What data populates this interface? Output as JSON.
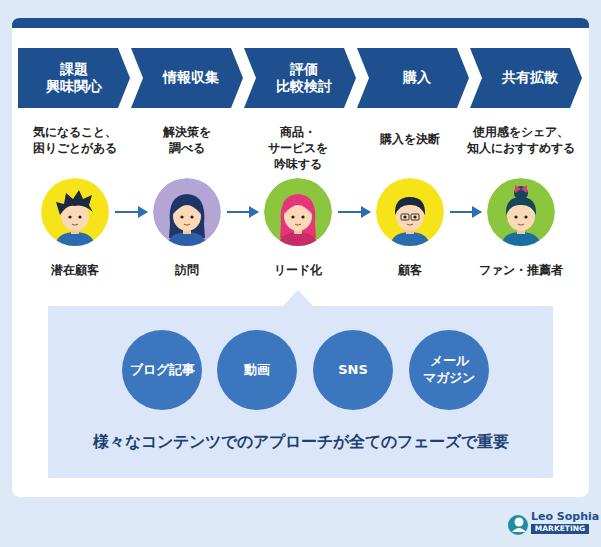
{
  "diagram": {
    "nodes": [
      {
        "text": [
          "課題 興味関心"
        ]
      },
      {
        "text": [
          "情報収集"
        ]
      },
      {
        "text": [
          "評価 比較検討"
        ]
      },
      {
        "text": [
          "購入"
        ]
      },
      {
        "text": [
          "共有拡散"
        ]
      },
      {
        "text": [
          "潜在顧客"
        ]
      },
      {
        "text": [
          "訪問"
        ]
      },
      {
        "text": [
          "リード化"
        ]
      },
      {
        "text": [
          "顧客"
        ]
      },
      {
        "text": [
          "ファン・推薦者"
        ]
      },
      {
        "text": [
          "様々なコンテンツでのアプローチが全てのフェーズで重要"
        ]
      },
      {
        "text": [
          "ブログ記事"
        ],
        "in": 10
      },
      {
        "text": [
          "動画"
        ],
        "in": 10
      },
      {
        "text": [
          "SNS"
        ],
        "in": 10
      },
      {
        "text": [
          "メール マガジン"
        ],
        "in": 10
      }
    ],
    "edges": [
      {
        "from": 5,
        "to": 6,
        "arrow": "to"
      },
      {
        "from": 6,
        "to": 7,
        "arrow": "to"
      },
      {
        "from": 7,
        "to": 8,
        "arrow": "to"
      },
      {
        "from": 8,
        "to": 9,
        "arrow": "to"
      }
    ],
    "labels": [
      "気になること、 困りごとがある",
      "解決策を 調べる",
      "商品・サービスを 吟味する",
      "購入を決断",
      "使用感をシェア、 知人におすすめする",
      "Leo Sophia",
      "MARKETING"
    ]
  }
}
